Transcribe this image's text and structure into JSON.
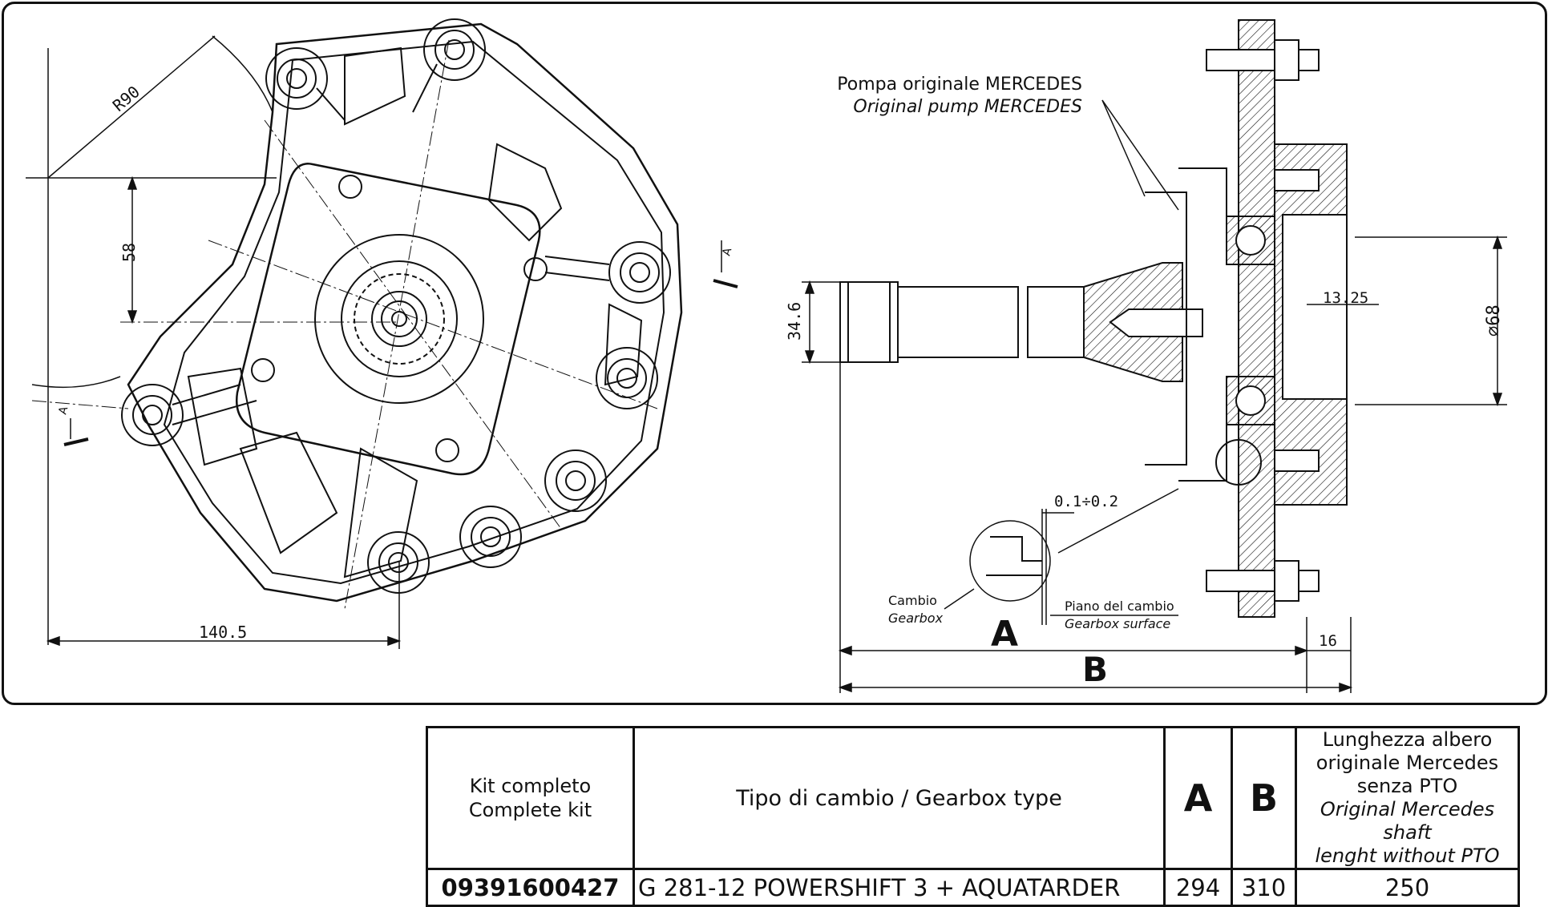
{
  "drawing": {
    "left_view": {
      "dim_radius": "R90",
      "dim_vertical": "58",
      "dim_horizontal": "140.5",
      "section_mark": "A"
    },
    "right_view": {
      "pump_label_it": "Pompa originale MERCEDES",
      "pump_label_en": "Original pump MERCEDES",
      "dim_height": "34.6",
      "dim_offset": "13.25",
      "dim_diameter": "⌀68",
      "dim_tolerance": "0.1÷0.2",
      "dim_flange": "16",
      "gearbox_label_it": "Cambio",
      "gearbox_label_en": "Gearbox",
      "surface_label_it": "Piano del cambio",
      "surface_label_en": "Gearbox surface",
      "letter_a": "A",
      "letter_b": "B"
    }
  },
  "table": {
    "headers": {
      "kit_it": "Kit completo",
      "kit_en": "Complete kit",
      "type": "Tipo di cambio / Gearbox type",
      "a": "A",
      "b": "B",
      "length_it_1": "Lunghezza albero",
      "length_it_2": "originale Mercedes",
      "length_it_3": "senza PTO",
      "length_en_1": "Original Mercedes shaft",
      "length_en_2": "lenght without PTO"
    },
    "rows": [
      {
        "kit": "09391600427",
        "type": "G 281-12 POWERSHIFT 3 + AQUATARDER",
        "a": "294",
        "b": "310",
        "length": "250"
      }
    ]
  }
}
